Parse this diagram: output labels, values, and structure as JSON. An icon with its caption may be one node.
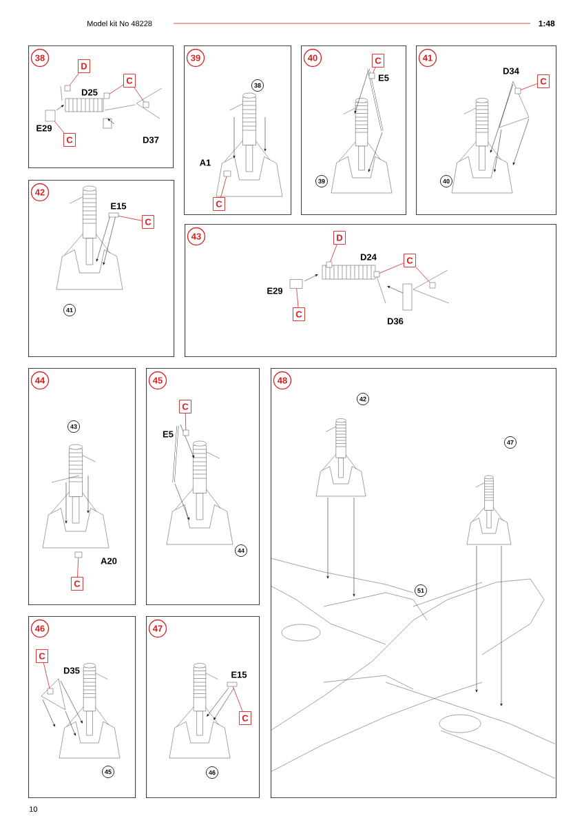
{
  "diagram": {
    "nodes": [
      {
        "text": [
          "38"
        ]
      },
      {
        "text": [
          "D"
        ],
        "in": 0
      },
      {
        "text": [
          "C"
        ],
        "in": 0
      },
      {
        "text": [
          "C"
        ],
        "in": 0
      },
      {
        "text": [
          "39"
        ]
      },
      {
        "text": [
          "38"
        ],
        "in": 4
      },
      {
        "text": [
          "C"
        ],
        "in": 4
      },
      {
        "text": [
          "40"
        ]
      },
      {
        "text": [
          "C"
        ],
        "in": 7
      },
      {
        "text": [
          "39"
        ],
        "in": 7
      },
      {
        "text": [
          "41"
        ]
      },
      {
        "text": [
          "C"
        ],
        "in": 10
      },
      {
        "text": [
          "40"
        ],
        "in": 10
      },
      {
        "text": [
          "42"
        ]
      },
      {
        "text": [
          "C"
        ],
        "in": 13
      },
      {
        "text": [
          "41"
        ],
        "in": 13
      },
      {
        "text": [
          "43"
        ]
      },
      {
        "text": [
          "D"
        ],
        "in": 16
      },
      {
        "text": [
          "C"
        ],
        "in": 16
      },
      {
        "text": [
          "C"
        ],
        "in": 16
      },
      {
        "text": [
          "44"
        ]
      },
      {
        "text": [
          "43"
        ],
        "in": 20
      },
      {
        "text": [
          "C"
        ],
        "in": 20
      },
      {
        "text": [
          "45"
        ]
      },
      {
        "text": [
          "C"
        ],
        "in": 23
      },
      {
        "text": [
          "44"
        ],
        "in": 23
      },
      {
        "text": [
          "46"
        ]
      },
      {
        "text": [
          "C"
        ],
        "in": 26
      },
      {
        "text": [
          "45"
        ],
        "in": 26
      },
      {
        "text": [
          "47"
        ]
      },
      {
        "text": [
          "C"
        ],
        "in": 29
      },
      {
        "text": [
          "46"
        ],
        "in": 29
      },
      {
        "text": [
          "48"
        ]
      },
      {
        "text": [
          "42"
        ],
        "in": 32
      },
      {
        "text": [
          "47"
        ],
        "in": 32
      },
      {
        "text": [
          "51"
        ],
        "in": 32
      },
      {
        "text": [],
        "shape": "box",
        "in": 0
      },
      {
        "text": [],
        "shape": "box",
        "in": 0
      },
      {
        "text": [],
        "shape": "box",
        "in": 0
      },
      {
        "text": [],
        "shape": "box",
        "in": 0
      },
      {
        "text": [],
        "shape": "box",
        "in": 4
      },
      {
        "text": [],
        "shape": "box",
        "in": 7
      },
      {
        "text": [],
        "shape": "box",
        "in": 10
      },
      {
        "text": [],
        "shape": "box",
        "in": 13
      },
      {
        "text": [],
        "shape": "box",
        "in": 16
      },
      {
        "text": [],
        "shape": "box",
        "in": 16
      },
      {
        "text": [],
        "shape": "box",
        "in": 16
      },
      {
        "text": [],
        "shape": "box",
        "in": 16
      },
      {
        "text": [],
        "shape": "box",
        "in": 20
      },
      {
        "text": [],
        "shape": "box",
        "in": 23
      },
      {
        "text": [],
        "shape": "box",
        "in": 26
      },
      {
        "text": [],
        "shape": "box",
        "in": 29
      }
    ],
    "edges": [
      {
        "from": 1,
        "to": 36,
        "arrow": "none"
      },
      {
        "from": 2,
        "to": 37,
        "arrow": "none"
      },
      {
        "from": 2,
        "to": 38,
        "arrow": "none"
      },
      {
        "from": 3,
        "to": 39,
        "arrow": "none"
      },
      {
        "from": 6,
        "to": 40,
        "arrow": "none"
      },
      {
        "from": 8,
        "to": 41,
        "arrow": "none"
      },
      {
        "from": 11,
        "to": 42,
        "arrow": "none"
      },
      {
        "from": 14,
        "to": 43,
        "arrow": "none"
      },
      {
        "from": 17,
        "to": 44,
        "arrow": "none"
      },
      {
        "from": 18,
        "to": 45,
        "arrow": "none"
      },
      {
        "from": 18,
        "to": 46,
        "arrow": "none"
      },
      {
        "from": 19,
        "to": 47,
        "arrow": "none"
      },
      {
        "from": 22,
        "to": 48,
        "arrow": "none"
      },
      {
        "from": 24,
        "to": 49,
        "arrow": "none"
      },
      {
        "from": 27,
        "to": 50,
        "arrow": "none"
      },
      {
        "from": 30,
        "to": 51,
        "arrow": "none"
      }
    ],
    "labels": [
      "Model kit No 48228",
      "1:48",
      "D25",
      "E29",
      "D37",
      "A1",
      "E5",
      "D34",
      "E15",
      "D24",
      "E29",
      "D36",
      "E5",
      "A20",
      "D35",
      "E15",
      "10"
    ]
  }
}
